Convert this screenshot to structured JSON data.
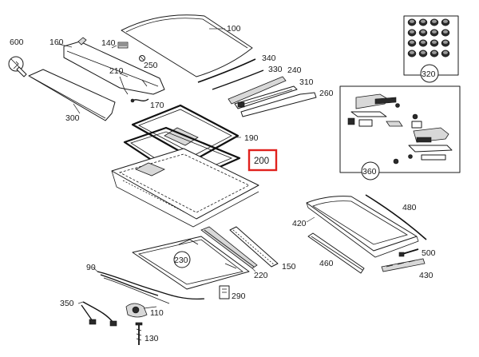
{
  "diagram": {
    "highlight_color": "#e0211d",
    "highlighted_part": "200",
    "labels": {
      "p100": "100",
      "p110": "110",
      "p130": "130",
      "p140": "140",
      "p150": "150",
      "p160": "160",
      "p170": "170",
      "p190": "190",
      "p200": "200",
      "p210": "210",
      "p220": "220",
      "p230": "230",
      "p240": "240",
      "p250": "250",
      "p260": "260",
      "p290": "290",
      "p300": "300",
      "p310": "310",
      "p320": "320",
      "p330": "330",
      "p340": "340",
      "p350": "350",
      "p360": "360",
      "p420": "420",
      "p430": "430",
      "p460": "460",
      "p480": "480",
      "p500": "500",
      "p600": "600",
      "p90": "90"
    }
  }
}
